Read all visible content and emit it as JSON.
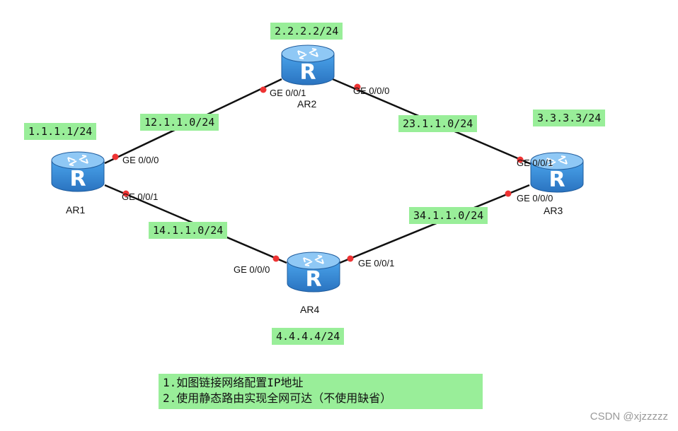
{
  "colors": {
    "link": "#111111",
    "port_dot": "#ee3333",
    "label_bg": "#99ee99",
    "router_body": "#3a8fd8",
    "router_top": "#8fc8f5"
  },
  "routers": [
    {
      "id": "AR1",
      "name": "AR1",
      "loopback": "1.1.1.1/24",
      "icon": "router-icon"
    },
    {
      "id": "AR2",
      "name": "AR2",
      "loopback": "2.2.2.2/24",
      "icon": "router-icon"
    },
    {
      "id": "AR3",
      "name": "AR3",
      "loopback": "3.3.3.3/24",
      "icon": "router-icon"
    },
    {
      "id": "AR4",
      "name": "AR4",
      "loopback": "4.4.4.4/24",
      "icon": "router-icon"
    }
  ],
  "links": [
    {
      "from": "AR1",
      "to": "AR2",
      "network": "12.1.1.0/24",
      "from_port": "GE 0/0/0",
      "to_port": "GE 0/0/1"
    },
    {
      "from": "AR2",
      "to": "AR3",
      "network": "23.1.1.0/24",
      "from_port": "GE 0/0/0",
      "to_port": "GE 0/0/1"
    },
    {
      "from": "AR1",
      "to": "AR4",
      "network": "14.1.1.0/24",
      "from_port": "GE 0/0/1",
      "to_port": "GE 0/0/0"
    },
    {
      "from": "AR4",
      "to": "AR3",
      "network": "34.1.1.0/24",
      "from_port": "GE 0/0/1",
      "to_port": "GE 0/0/0"
    }
  ],
  "requirements": [
    "1.如图链接网络配置IP地址",
    "2.使用静态路由实现全网可达（不使用缺省）"
  ],
  "watermark": "CSDN @xjzzzzz"
}
